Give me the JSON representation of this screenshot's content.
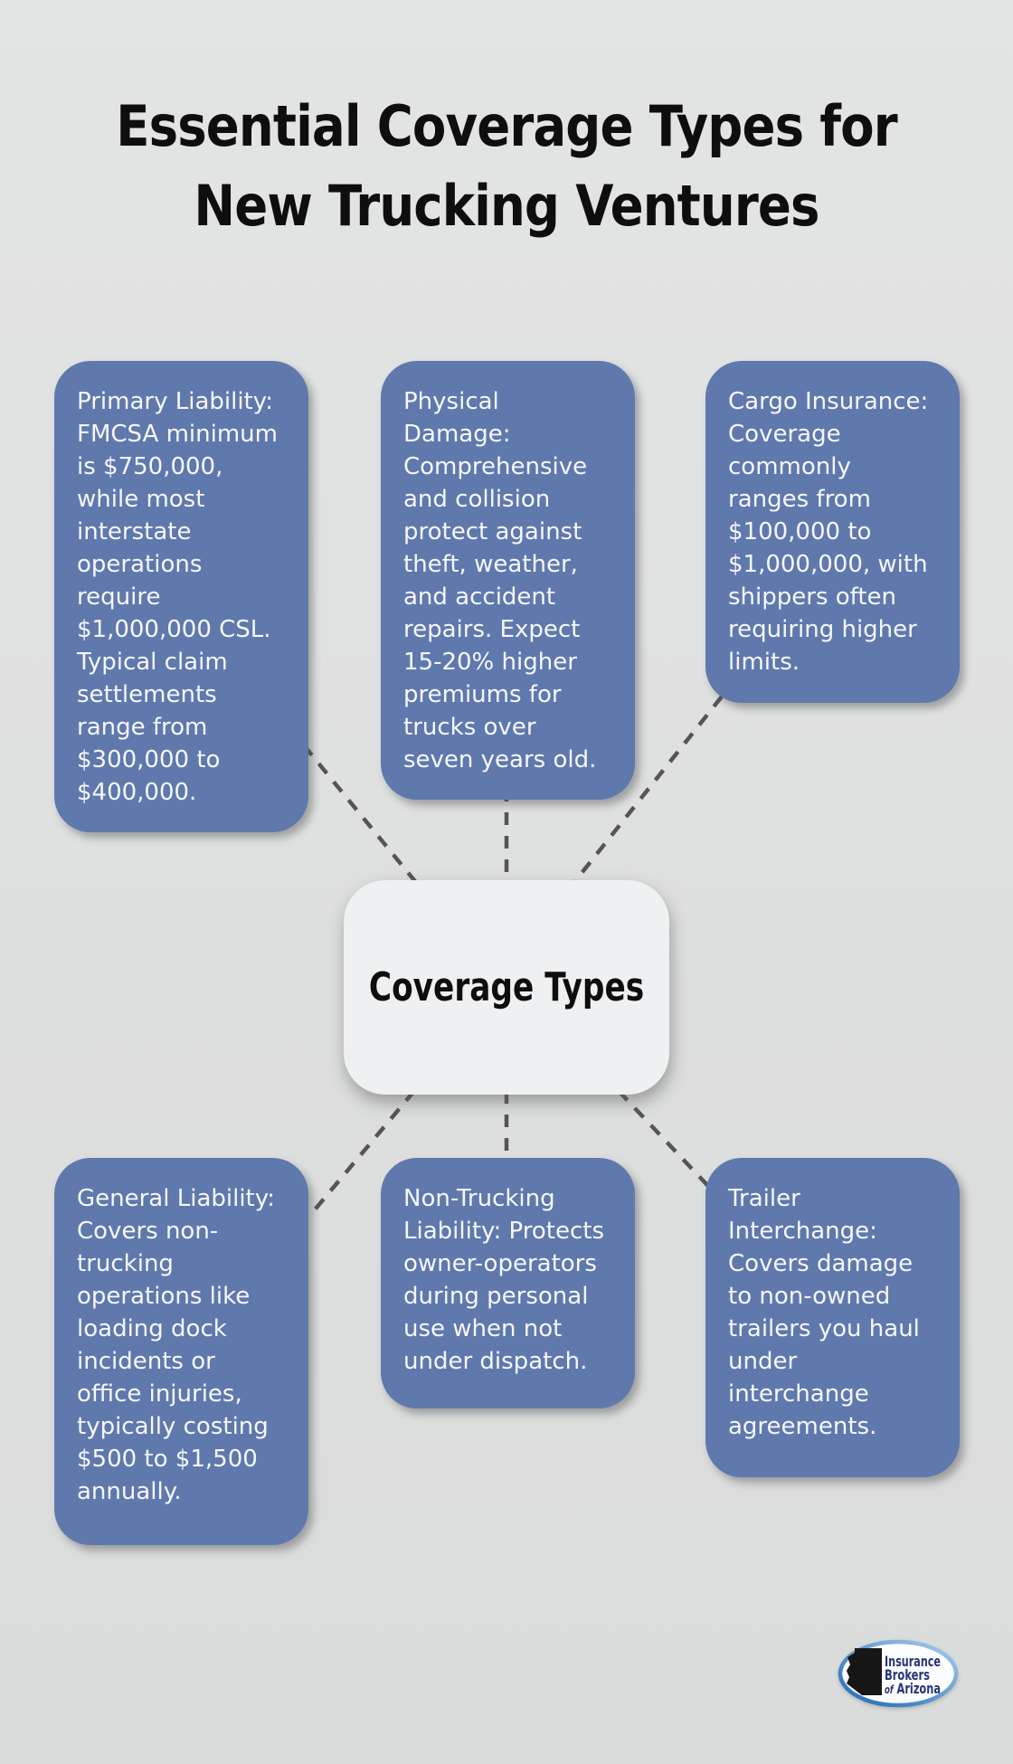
{
  "title": {
    "line1": "Essential Coverage Types for",
    "line2": "New Trucking Ventures"
  },
  "center_node": {
    "label": "Coverage Types"
  },
  "nodes": [
    {
      "name": "Primary Liability",
      "text": "Primary Liability: FMCSA minimum is $750,000, while most interstate operations require $1,000,000 CSL. Typical claim settlements range from $300,000 to $400,000."
    },
    {
      "name": "Physical Damage",
      "text": "Physical Damage: Comprehensive and collision protect against theft, weather, and accident repairs. Expect 15-20% higher premiums for trucks over seven years old."
    },
    {
      "name": "Cargo Insurance",
      "text": "Cargo Insurance: Coverage commonly ranges from $100,000 to $1,000,000, with shippers often requiring higher limits."
    },
    {
      "name": "General Liability",
      "text": "General Liability: Covers non-trucking operations like loading dock incidents or office injuries, typically costing $500 to $1,500 annually."
    },
    {
      "name": "Non-Trucking Liability",
      "text": "Non-Trucking Liability: Protects owner-operators during personal use when not under dispatch."
    },
    {
      "name": "Trailer Interchange",
      "text": "Trailer Interchange: Covers damage to non-owned trailers you haul under interchange agreements."
    }
  ],
  "logo": {
    "line1": "Insurance",
    "line2": "Brokers",
    "line3_prefix": "of",
    "line3_word": "Arizona"
  },
  "colors": {
    "background": "#dfe0e0",
    "node_fill": "#5f79ad",
    "node_text": "#f7f6fb",
    "center_fill": "#eef0f2",
    "center_text": "#0e0e0e",
    "connector": "#555554",
    "title_text": "#0e0e0e",
    "logo_navy": "#273677",
    "ring_light": "#a6cdef",
    "ring_dark": "#1e68b4"
  }
}
